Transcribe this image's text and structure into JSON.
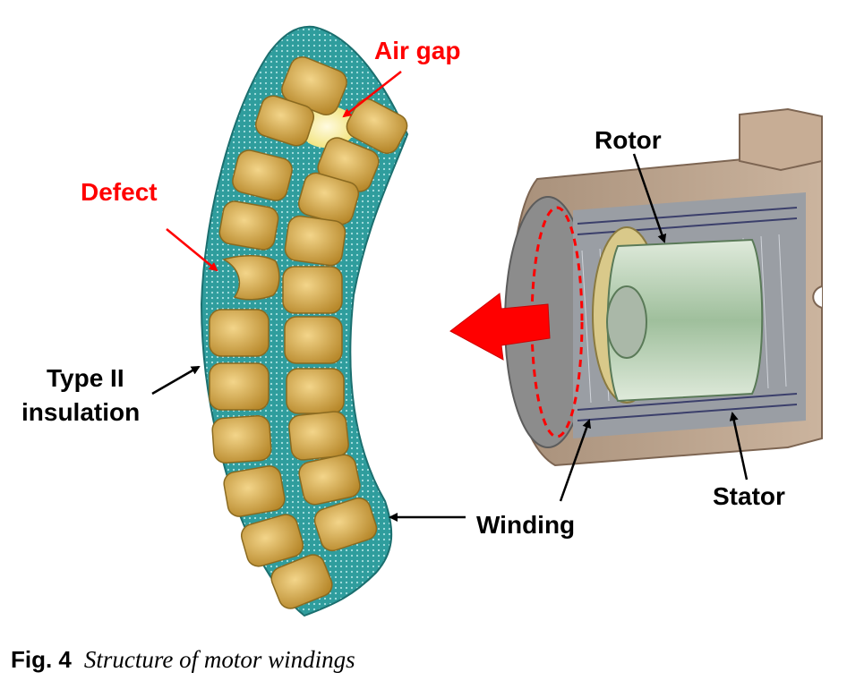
{
  "labels": {
    "air_gap": "Air gap",
    "defect": "Defect",
    "type_ii_line1": "Type II",
    "type_ii_line2": "insulation",
    "rotor": "Rotor",
    "winding": "Winding",
    "stator": "Stator"
  },
  "caption": {
    "label": "Fig. 4",
    "text": "Structure of motor windings"
  },
  "colors": {
    "insulation": "#2f9d9d",
    "conductor": "#d4aa4a",
    "air_gap": "#fff4a8",
    "callout_red": "#ff0000",
    "housing": "#bfa58e",
    "rotor_core": "#c4d8c0"
  }
}
